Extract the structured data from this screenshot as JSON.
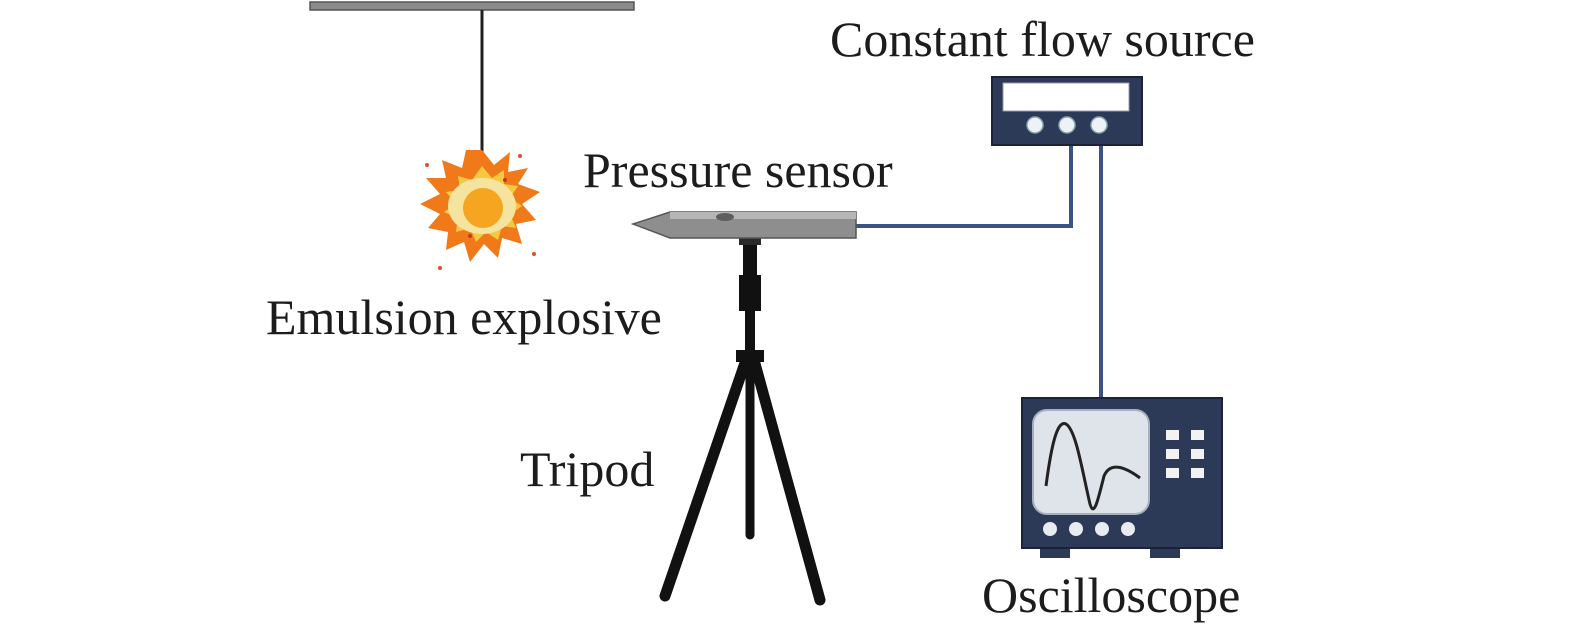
{
  "labels": {
    "constant_flow_source": "Constant flow source",
    "pressure_sensor": "Pressure sensor",
    "emulsion_explosive": "Emulsion explosive",
    "tripod": "Tripod",
    "oscilloscope": "Oscilloscope"
  },
  "colors": {
    "device_body": "#2d3a57",
    "device_panel": "#dfe3ea",
    "cable": "#3c5282",
    "tripod": "#111111",
    "sensor": "#8e8e8e",
    "explosion_outer": "#f07a1a",
    "explosion_inner": "#f4e4a0",
    "explosive_core": "#f5a51f",
    "ceiling_bar": "#777777"
  }
}
